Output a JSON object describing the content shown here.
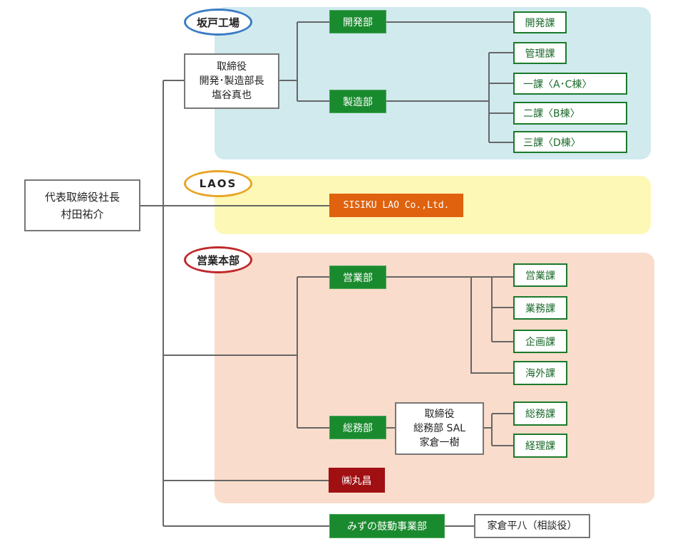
{
  "colors": {
    "factory_bg": "#d0eaee",
    "laos_bg": "#fdf8b6",
    "sales_bg": "#f9dccb",
    "green": "#1a8a2e",
    "orange": "#e0620e",
    "dark_red": "#a00f12",
    "line": "#666666"
  },
  "groups": {
    "factory": "坂戸工場",
    "laos": "LAOS",
    "sales": "営業本部"
  },
  "ceo": {
    "line1": "代表取締役社長",
    "line2": "村田祐介"
  },
  "factory_director": {
    "line1": "取締役",
    "line2": "開発･製造部長",
    "line3": "塩谷真也"
  },
  "departments": {
    "development": "開発部",
    "manufacturing": "製造部",
    "sales": "営業部",
    "general_affairs": "総務部",
    "marusho": "㈱丸昌",
    "mizuno": "みずの鼓動事業部"
  },
  "laos_company": "SISIKU LAO Co.,Ltd.",
  "sections": {
    "dev": "開発課",
    "management": "管理課",
    "sec1": "一課〈A･C棟〉",
    "sec2": "二課〈B棟〉",
    "sec3": "三課〈D棟〉",
    "sales": "営業課",
    "business": "業務課",
    "planning": "企画課",
    "overseas": "海外課",
    "general": "総務課",
    "accounting": "経理課"
  },
  "ga_director": {
    "line1": "取締役",
    "line2": "総務部 SAL",
    "line3": "家倉一樹"
  },
  "advisor": "家倉平八（相談役）"
}
